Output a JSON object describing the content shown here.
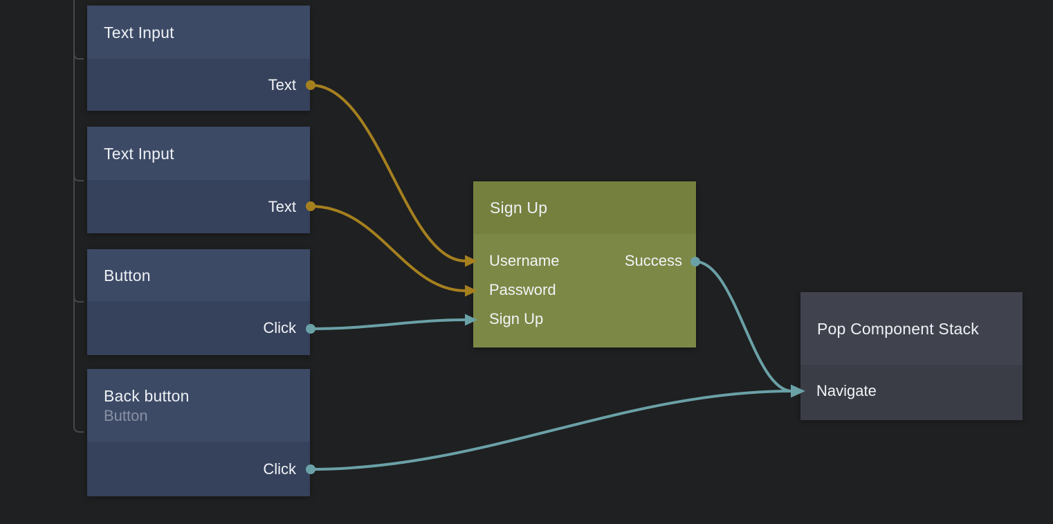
{
  "colors": {
    "background": "#1f2021",
    "node_header_blue": "#3c4a66",
    "node_body_blue": "#36425c",
    "node_header_green": "#75803f",
    "node_body_green": "#7c8846",
    "node_header_gray": "#40424d",
    "node_body_gray": "#3a3c46",
    "edge_gold": "#a5801f",
    "edge_teal": "#6aa1a7",
    "hierarchy_line": "#47484a",
    "title_text": "#eef1f4",
    "subtitle_text": "#8a92a3"
  },
  "graph": {
    "nodes": [
      {
        "title": "Text Input",
        "ports": {
          "outputs": [
            "Text"
          ]
        }
      },
      {
        "title": "Text Input",
        "ports": {
          "outputs": [
            "Text"
          ]
        }
      },
      {
        "title": "Button",
        "ports": {
          "outputs": [
            "Click"
          ]
        }
      },
      {
        "title": "Back button",
        "subtitle": "Button",
        "ports": {
          "outputs": [
            "Click"
          ]
        }
      },
      {
        "title": "Sign Up",
        "ports": {
          "inputs": [
            "Username",
            "Password",
            "Sign Up"
          ],
          "outputs": [
            "Success"
          ]
        }
      },
      {
        "title": "Pop Component Stack",
        "ports": {
          "inputs": [
            "Navigate"
          ]
        }
      }
    ],
    "connections": [
      {
        "from": "Text Input (1) / Text",
        "to": "Sign Up / Username",
        "color": "#a5801f"
      },
      {
        "from": "Text Input (2) / Text",
        "to": "Sign Up / Password",
        "color": "#a5801f"
      },
      {
        "from": "Button / Click",
        "to": "Sign Up / Sign Up",
        "color": "#6aa1a7"
      },
      {
        "from": "Sign Up / Success",
        "to": "Pop Component Stack / Navigate",
        "color": "#6aa1a7"
      },
      {
        "from": "Back button / Click",
        "to": "Pop Component Stack / Navigate",
        "color": "#6aa1a7"
      },
      {
        "from": "off-screen parent node",
        "to": "left side of Text Input, Text Input, Button, Back button",
        "color": "#47484a"
      }
    ]
  }
}
